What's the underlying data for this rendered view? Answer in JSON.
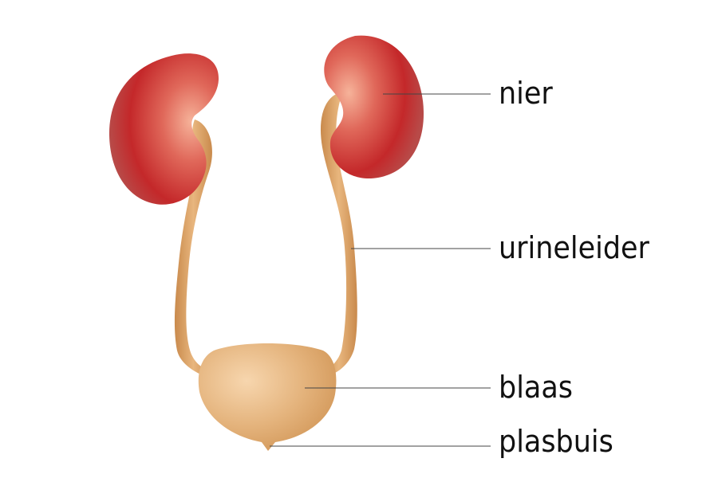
{
  "labels": {
    "kidney": "nier",
    "ureter": "urineleider",
    "bladder": "blaas",
    "urethra": "plasbuis"
  },
  "colors": {
    "kidney": "#c8312c",
    "kidney_highlight": "#f4a98f",
    "ureter": "#d9a064",
    "bladder": "#e6b57e",
    "leader_line": "#444444"
  }
}
